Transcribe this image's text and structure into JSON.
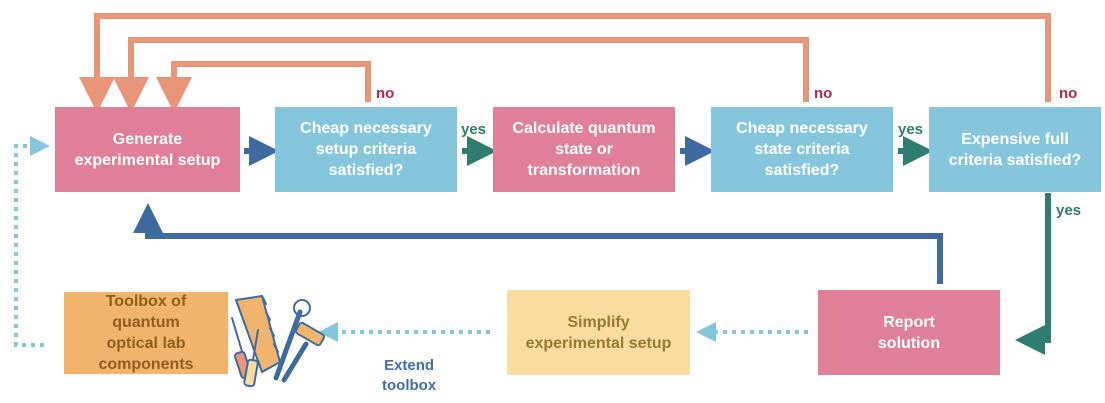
{
  "boxes": {
    "generate": "Generate\nexperimental setup",
    "cheap_setup": "Cheap necessary\nsetup criteria\nsatisfied?",
    "calculate": "Calculate quantum\nstate or\ntransformation",
    "cheap_state": "Cheap necessary\nstate criteria\nsatisfied?",
    "expensive": "Expensive full\ncriteria satisfied?",
    "report": "Report\nsolution",
    "simplify": "Simplify\nexperimental setup",
    "toolbox": "Toolbox of quantum\noptical lab\ncomponents"
  },
  "labels": {
    "no_1": "no",
    "no_2": "no",
    "no_3": "no",
    "yes_1": "yes",
    "yes_2": "yes",
    "yes_3": "yes",
    "extend": "Extend\ntoolbox"
  },
  "colors": {
    "loop_orange": "#e8957a",
    "forward_blue": "#3f6aa0",
    "yes_teal": "#2e7d6e",
    "dotted_blue": "#86c6dc"
  },
  "icons": [
    "tools-icon"
  ]
}
